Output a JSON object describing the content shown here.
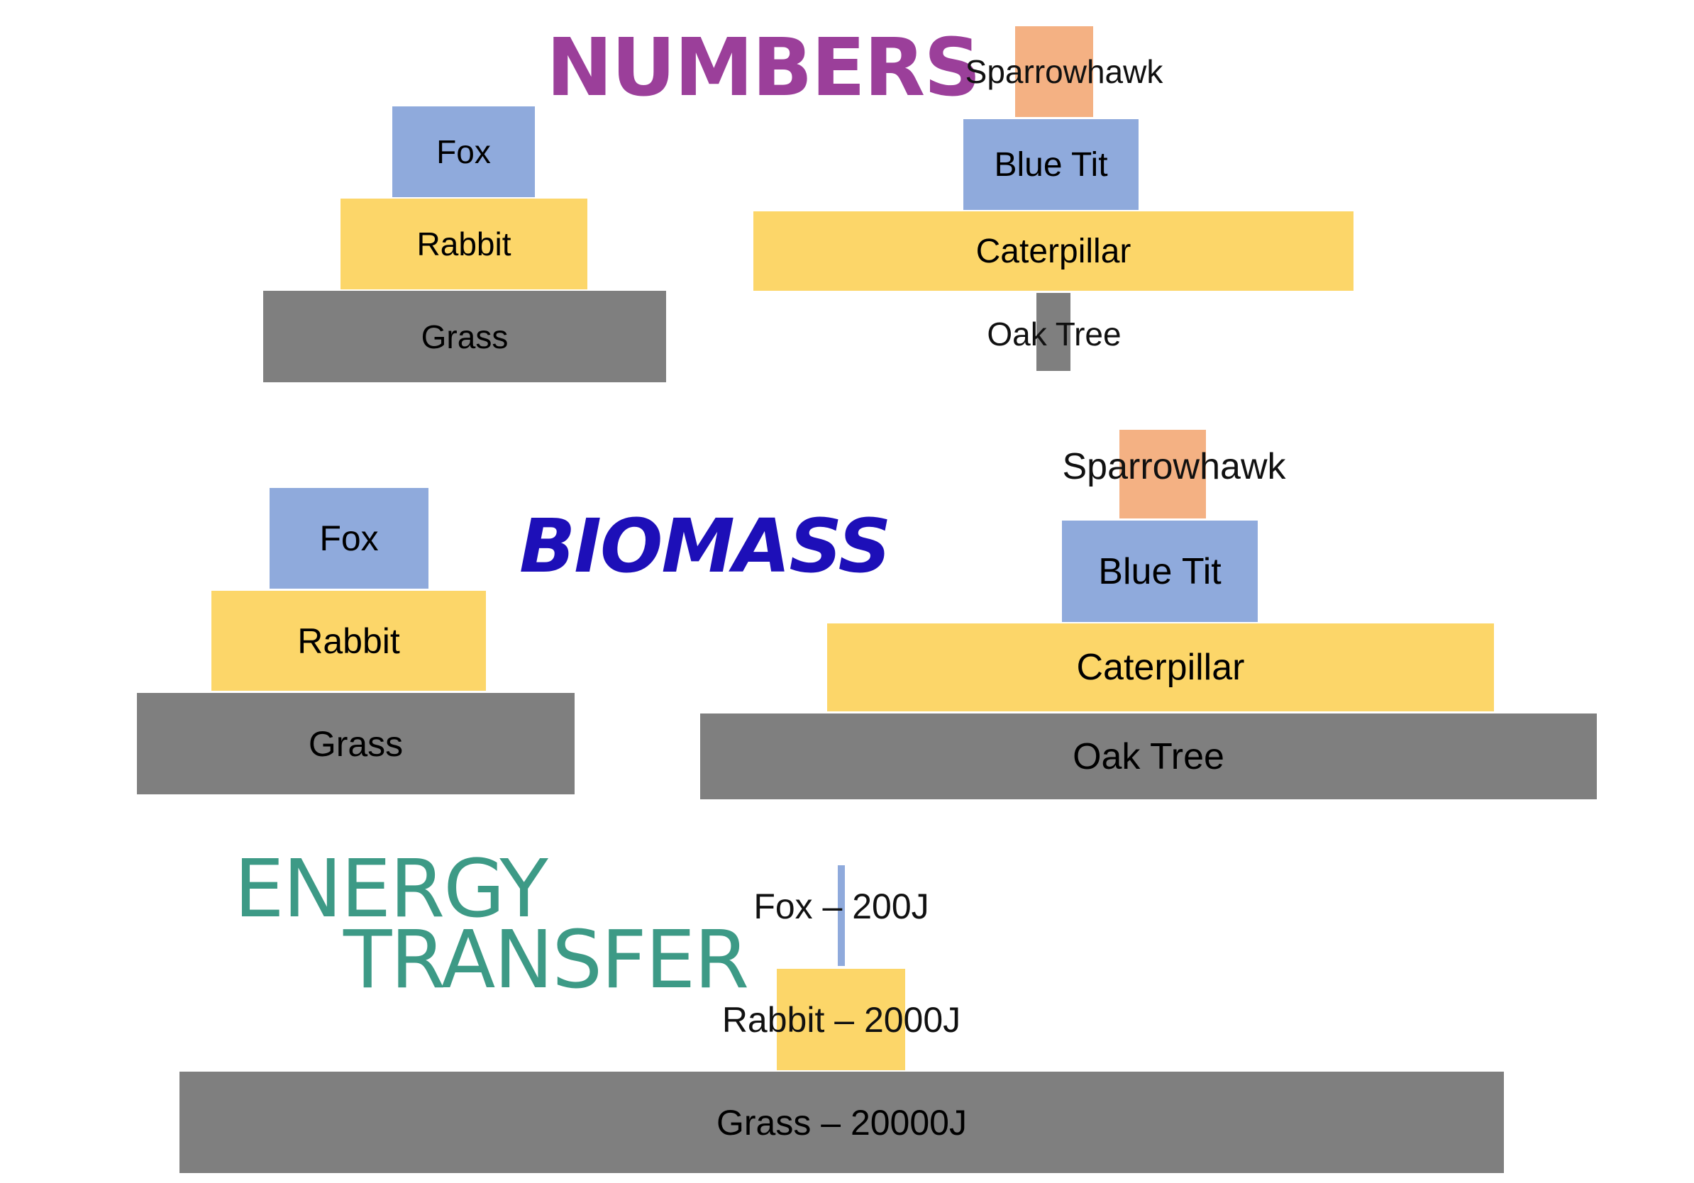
{
  "headings": {
    "numbers": "NUMBERS",
    "biomass": "BIOMASS",
    "energy_line1": "ENERGY",
    "energy_line2": "TRANSFER"
  },
  "numbers_pyramid_1": {
    "top": "Fox",
    "middle": "Rabbit",
    "bottom": "Grass"
  },
  "numbers_pyramid_2": {
    "top": "Sparrowhawk",
    "upper": "Blue Tit",
    "middle": "Caterpillar",
    "bottom": "Oak Tree"
  },
  "biomass_pyramid_1": {
    "top": "Fox",
    "middle": "Rabbit",
    "bottom": "Grass"
  },
  "biomass_pyramid_2": {
    "top": "Sparrowhawk",
    "upper": "Blue Tit",
    "middle": "Caterpillar",
    "bottom": "Oak Tree"
  },
  "energy_pyramid": {
    "top": "Fox – 200J",
    "middle": "Rabbit – 2000J",
    "bottom": "Grass – 20000J"
  },
  "colors": {
    "predator_blue": "#8faadc",
    "primary_consumer_yellow": "#fcd669",
    "producer_grey": "#7f7f7f",
    "top_predator_orange": "#f4b183",
    "numbers_heading": "#9b3f9a",
    "biomass_heading": "#1d0fb8",
    "energy_heading": "#3d9a86"
  }
}
